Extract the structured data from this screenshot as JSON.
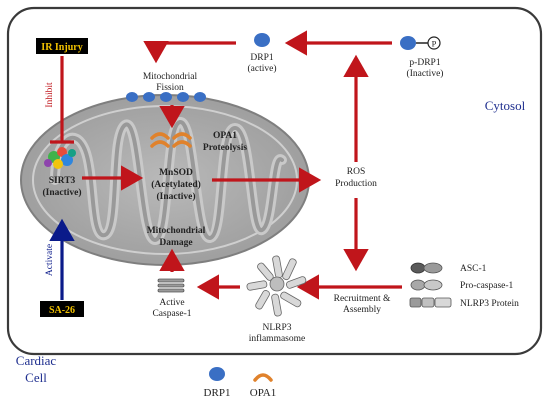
{
  "labels": {
    "ir_injury": "IR Injury",
    "inhibit": "Inhibit",
    "activate": "Activate",
    "sa26": "SA-26",
    "drp1_active_1": "DRP1",
    "drp1_active_2": "(active)",
    "p_drp1_1": "p-DRP1",
    "p_drp1_2": "(Inactive)",
    "p_symbol": "P",
    "mito_fission_1": "Mitochondrial",
    "mito_fission_2": "Fission",
    "opa1_prot_1": "OPA1",
    "opa1_prot_2": "Proteolysis",
    "cytosol": "Cytosol",
    "sirt3_1": "SIRT3",
    "sirt3_2": "(Inactive)",
    "mnsod_1": "MnSOD",
    "mnsod_2": "(Acetylated)",
    "mnsod_3": "(Inactive)",
    "ros_1": "ROS",
    "ros_2": "Production",
    "mito_damage_1": "Mitochondrial",
    "mito_damage_2": "Damage",
    "active_casp_1": "Active",
    "active_casp_2": "Caspase-1",
    "nlrp3_1": "NLRP3",
    "nlrp3_2": "inflammasome",
    "recruit_1": "Recruitment &",
    "recruit_2": "Assembly",
    "asc1": "ASC-1",
    "procasp1": "Pro-caspase-1",
    "nlrp3_protein": "NLRP3 Protein",
    "cardiac_1": "Cardiac",
    "cardiac_2": "Cell",
    "legend_drp1": "DRP1",
    "legend_opa1": "OPA1"
  },
  "colors": {
    "arrow_red": "#c0151b",
    "drp1_blue": "#3a6fc4",
    "opa1_orange": "#e0822c",
    "mito_gray": "#a8a8a8",
    "cytosol_text": "#1f2f8f",
    "activate_blue": "#0a1a8a",
    "box_black": "#000000",
    "box_text_yellow": "#f2c200"
  }
}
